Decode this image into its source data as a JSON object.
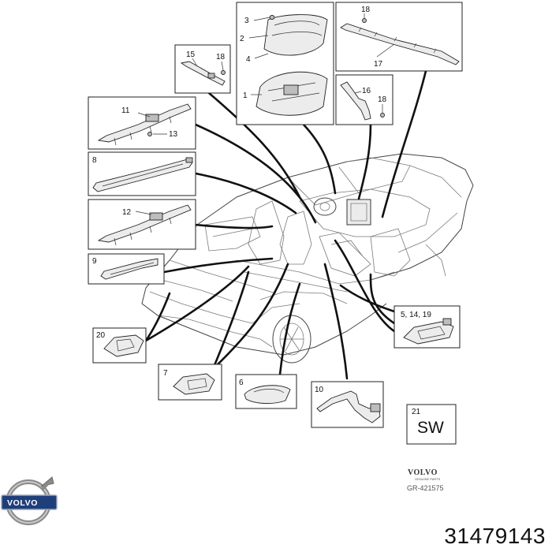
{
  "callouts": {
    "c3": "3",
    "c2": "2",
    "c4": "4",
    "c1": "1",
    "c18a": "18",
    "c17": "17",
    "c15": "15",
    "c18b": "18",
    "c16": "16",
    "c18c": "18",
    "c11": "11",
    "c13": "13",
    "c8": "8",
    "c12": "12",
    "c9": "9",
    "c20": "20",
    "c5_14_19": "5, 14, 19",
    "c7": "7",
    "c6": "6",
    "c10": "10",
    "c21": "21"
  },
  "sw_label": "SW",
  "brand": {
    "wordmark": "VOLVO",
    "sub": "GENUINE PARTS",
    "reference": "GR-421575",
    "badge_text": "VOLVO"
  },
  "part_number": "31479143"
}
